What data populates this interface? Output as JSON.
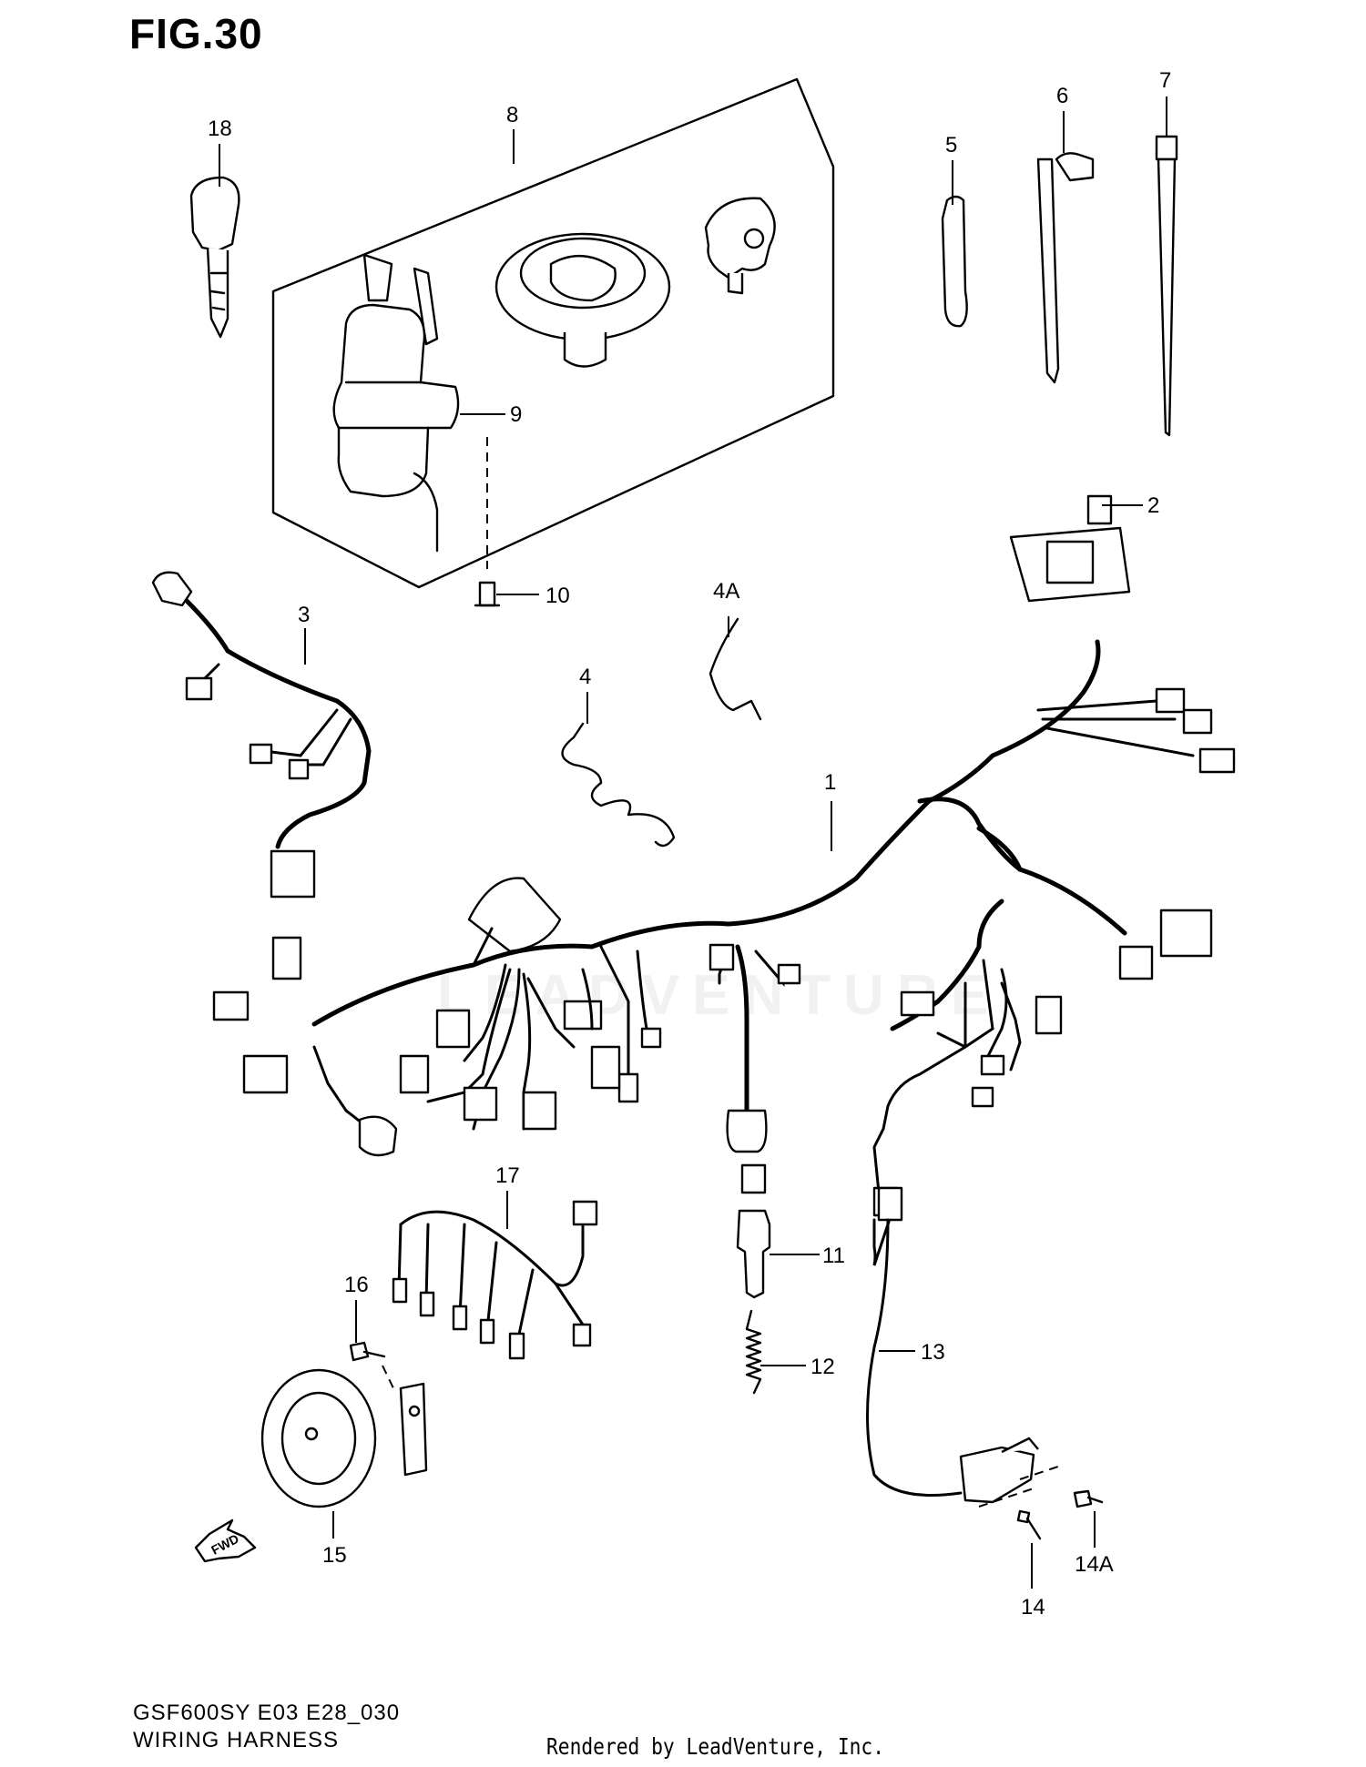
{
  "figure": {
    "title": "FIG.30",
    "model_code": "GSF600SY E03 E28_030",
    "section_name": "WIRING HARNESS",
    "rendered_by": "Rendered by LeadVenture, Inc.",
    "watermark": "LEADVENTURE",
    "direction_arrow": "FWD"
  },
  "callouts": [
    {
      "id": "c18",
      "label": "18"
    },
    {
      "id": "c8",
      "label": "8"
    },
    {
      "id": "c5",
      "label": "5"
    },
    {
      "id": "c6",
      "label": "6"
    },
    {
      "id": "c7",
      "label": "7"
    },
    {
      "id": "c9",
      "label": "9"
    },
    {
      "id": "c2",
      "label": "2"
    },
    {
      "id": "c10",
      "label": "10"
    },
    {
      "id": "c3",
      "label": "3"
    },
    {
      "id": "c4A",
      "label": "4A"
    },
    {
      "id": "c4",
      "label": "4"
    },
    {
      "id": "c1",
      "label": "1"
    },
    {
      "id": "c17",
      "label": "17"
    },
    {
      "id": "c11",
      "label": "11"
    },
    {
      "id": "c16",
      "label": "16"
    },
    {
      "id": "c13",
      "label": "13"
    },
    {
      "id": "c12",
      "label": "12"
    },
    {
      "id": "c15",
      "label": "15"
    },
    {
      "id": "c14A",
      "label": "14A"
    },
    {
      "id": "c14",
      "label": "14"
    }
  ]
}
